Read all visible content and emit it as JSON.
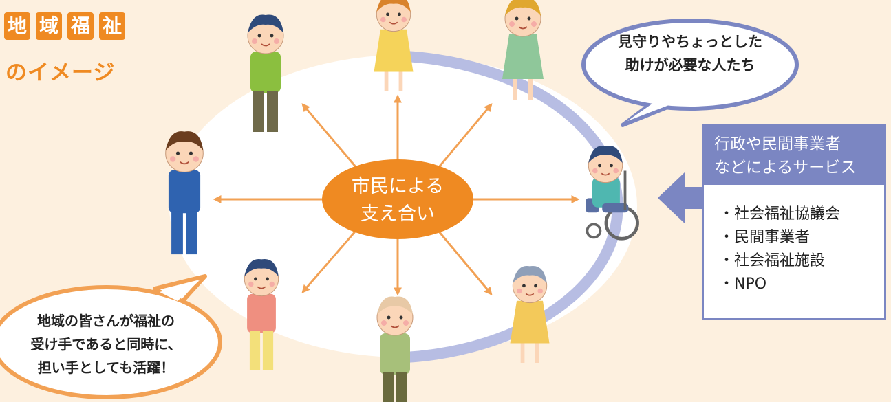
{
  "title": {
    "chars": [
      "地",
      "域",
      "福",
      "祉"
    ],
    "sub": "のイメージ"
  },
  "center": {
    "line1": "市民による",
    "line2": "支え合い"
  },
  "bubble_top": {
    "line1": "見守りやちょっとした",
    "line2": "助けが必要な人たち"
  },
  "bubble_bottom": {
    "line1": "地域の皆さんが福祉の",
    "line2": "受け手であると同時に、",
    "line3": "担い手としても活躍！"
  },
  "services": {
    "header_line1": "行政や民間事業者",
    "header_line2": "などによるサービス",
    "items": [
      "・社会福祉協議会",
      "・民間事業者",
      "・社会福祉施設",
      "・NPO"
    ]
  },
  "colors": {
    "background": "#fdf0df",
    "accent_orange": "#ef8a22",
    "arrow_orange": "#f2a154",
    "service_blue": "#7b86c2",
    "ring_blue": "#b7bde3"
  },
  "figures": [
    {
      "name": "man-green-sweater",
      "shirt": "#8bbf3f",
      "pants": "#6f6a4a",
      "hair": "#2f4a7a",
      "skin": "#fbd6b8"
    },
    {
      "name": "girl-yellow-dress",
      "shirt": "#f5d35a",
      "pants": "#f5d35a",
      "hair": "#d9822b",
      "skin": "#fbd6b8"
    },
    {
      "name": "pregnant-woman-green",
      "shirt": "#8fc79a",
      "pants": "#8fc79a",
      "hair": "#e0a72f",
      "skin": "#fbd6b8"
    },
    {
      "name": "man-blue-suit",
      "shirt": "#2f63b0",
      "pants": "#2f63b0",
      "hair": "#6b3d1e",
      "skin": "#fbd6b8"
    },
    {
      "name": "man-wheelchair",
      "shirt": "#4fb7b0",
      "pants": "#5a6fa3",
      "hair": "#2f4a7a",
      "skin": "#fbd6b8"
    },
    {
      "name": "child-pink-shirt",
      "shirt": "#ef8f80",
      "pants": "#f3e07a",
      "hair": "#2f4a7a",
      "skin": "#fbd6b8"
    },
    {
      "name": "elderly-man-green",
      "shirt": "#a7c07a",
      "pants": "#6a6a3e",
      "hair": "#e8c9a6",
      "skin": "#fbd6b8"
    },
    {
      "name": "elderly-woman-blue-skirt",
      "shirt": "#f3c95a",
      "pants": "#5a88c8",
      "hair": "#8f9fb8",
      "skin": "#fbd6b8"
    }
  ]
}
